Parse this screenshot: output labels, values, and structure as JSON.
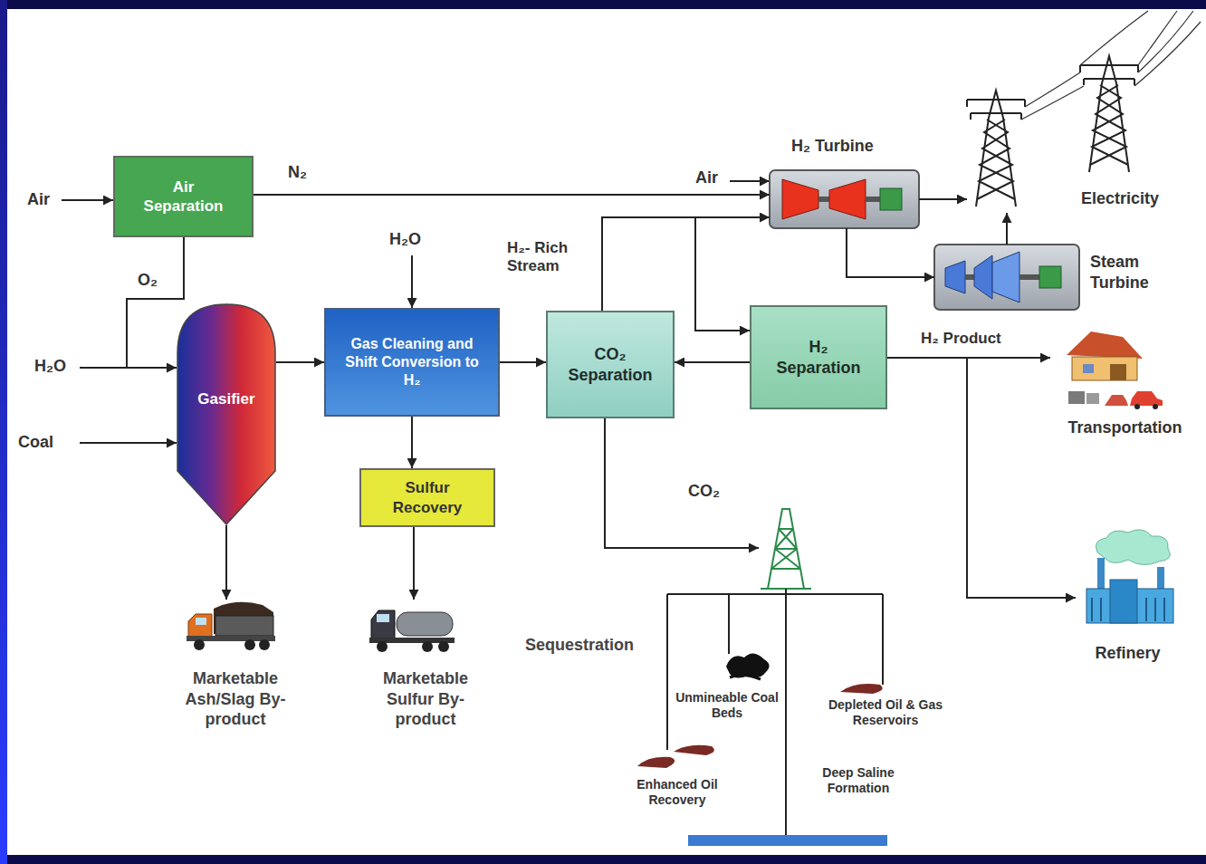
{
  "diagram": {
    "nodes": [
      {
        "text": [
          "Air Separation"
        ]
      },
      {
        "text": [
          "Gasifier"
        ]
      },
      {
        "text": [
          "Gas Cleaning and Shift Conversion to H₂"
        ]
      },
      {
        "text": [
          "Sulfur Recovery"
        ]
      },
      {
        "text": [
          "CO₂ Separation"
        ]
      },
      {
        "text": [
          "H₂ Turbine"
        ]
      },
      {
        "text": [
          "Steam Turbine"
        ]
      },
      {
        "text": [
          "H₂ Separation"
        ]
      },
      {
        "text": [
          "Electricity"
        ]
      },
      {
        "text": [
          "Transportation"
        ]
      },
      {
        "text": [
          "Refinery"
        ]
      },
      {
        "text": [
          "Marketable Ash/Slag By-product"
        ]
      },
      {
        "text": [
          "Marketable Sulfur By-product"
        ]
      },
      {
        "text": [
          "Sequestration"
        ]
      }
    ],
    "edges": [
      {
        "from": 0,
        "to": 5,
        "arrow": "to",
        "label": "N₂"
      },
      {
        "from": 0,
        "to": 1,
        "arrow": "to",
        "label": "O₂"
      },
      {
        "from": 1,
        "to": 2,
        "arrow": "to"
      },
      {
        "from": 2,
        "to": 3,
        "arrow": "to"
      },
      {
        "from": 2,
        "to": 4,
        "arrow": "to"
      },
      {
        "from": 4,
        "to": 5,
        "arrow": "to",
        "label": "H₂- Rich Stream"
      },
      {
        "from": 4,
        "to": 7,
        "arrow": "to"
      },
      {
        "from": 7,
        "to": 4,
        "arrow": "to"
      },
      {
        "from": 5,
        "to": 6,
        "arrow": "to"
      },
      {
        "from": 5,
        "to": 8,
        "arrow": "to"
      },
      {
        "from": 6,
        "to": 8,
        "arrow": "to"
      },
      {
        "from": 7,
        "to": 9,
        "arrow": "to",
        "label": "H₂ Product"
      },
      {
        "from": 7,
        "to": 10,
        "arrow": "to"
      },
      {
        "from": 1,
        "to": 11,
        "arrow": "to"
      },
      {
        "from": 3,
        "to": 12,
        "arrow": "to"
      },
      {
        "from": 4,
        "to": 13,
        "arrow": "to",
        "label": "CO₂"
      }
    ],
    "labels": [
      "Air",
      "H₂O",
      "Coal",
      "H₂O",
      "Air",
      "Unmineable Coal Beds",
      "Depleted Oil & Gas Reservoirs",
      "Enhanced Oil Recovery",
      "Deep Saline Formation"
    ]
  }
}
